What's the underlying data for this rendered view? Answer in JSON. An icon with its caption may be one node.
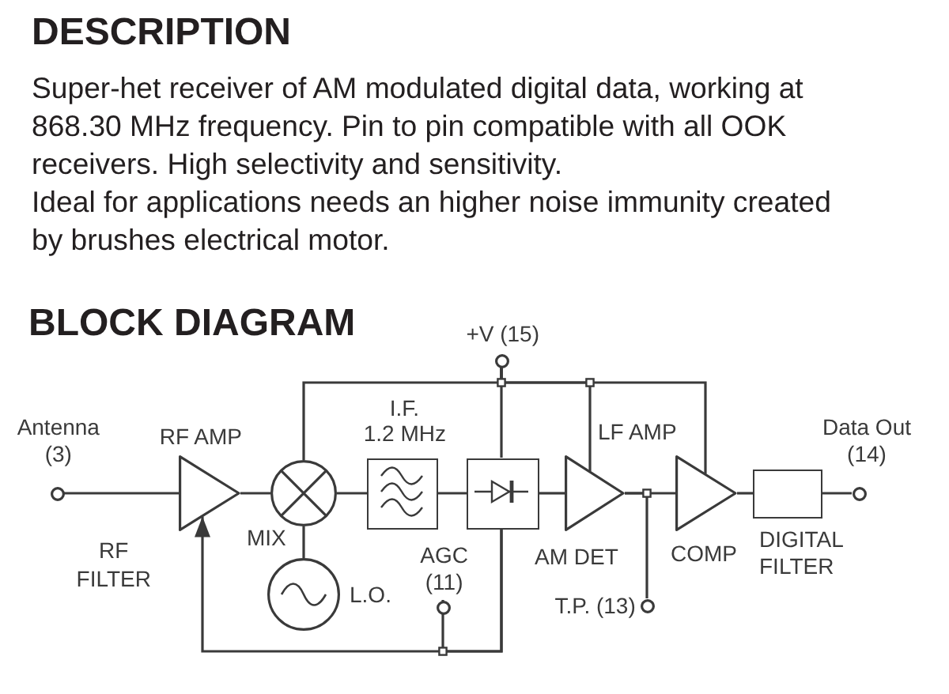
{
  "diagram": {
    "nodes": [
      {
        "text": [
          "Antenna (3)"
        ]
      },
      {
        "text": [
          "RF AMP"
        ]
      },
      {
        "text": [
          "MIX"
        ]
      },
      {
        "text": [
          "L.O."
        ]
      },
      {
        "text": [
          "I.F.",
          "1.2 MHz"
        ]
      },
      {
        "text": [
          "AM DET"
        ]
      },
      {
        "text": [
          "LF AMP"
        ]
      },
      {
        "text": [
          "COMP"
        ]
      },
      {
        "text": [
          "DIGITAL FILTER"
        ]
      },
      {
        "text": [
          "Data Out (14)"
        ]
      },
      {
        "text": [
          "+V (15)"
        ]
      },
      {
        "text": [
          "AGC (11)"
        ]
      },
      {
        "text": [
          "T.P. (13)"
        ]
      }
    ],
    "edges": [
      {
        "from": 0,
        "to": 1,
        "arrow": "none"
      },
      {
        "from": 1,
        "to": 2,
        "arrow": "none"
      },
      {
        "from": 2,
        "to": 3,
        "arrow": "none"
      },
      {
        "from": 2,
        "to": 4,
        "arrow": "none"
      },
      {
        "from": 4,
        "to": 5,
        "arrow": "none"
      },
      {
        "from": 5,
        "to": 6,
        "arrow": "none"
      },
      {
        "from": 6,
        "to": 7,
        "arrow": "none"
      },
      {
        "from": 6,
        "to": 12,
        "arrow": "none"
      },
      {
        "from": 7,
        "to": 8,
        "arrow": "none"
      },
      {
        "from": 8,
        "to": 9,
        "arrow": "none"
      },
      {
        "from": 10,
        "to": 2,
        "arrow": "none"
      },
      {
        "from": 10,
        "to": 5,
        "arrow": "none"
      },
      {
        "from": 10,
        "to": 6,
        "arrow": "none"
      },
      {
        "from": 10,
        "to": 7,
        "arrow": "none"
      },
      {
        "from": 5,
        "to": 1,
        "arrow": "to"
      },
      {
        "from": 5,
        "to": 11,
        "arrow": "none"
      }
    ],
    "labels": [
      "DESCRIPTION",
      "Super-het receiver of AM modulated digital data, working at 868.30 MHz frequency. Pin to pin compatible with all OOK receivers. High selectivity and sensitivity.",
      "Ideal for applications needs an higher noise immunity created by brushes electrical motor.",
      "BLOCK DIAGRAM",
      "RF FILTER"
    ]
  }
}
